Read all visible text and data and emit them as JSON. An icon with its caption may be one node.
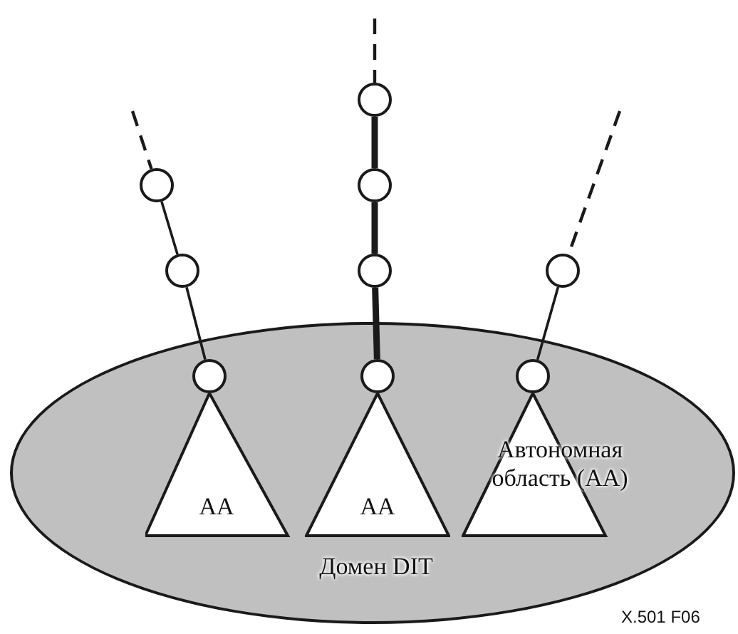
{
  "diagram": {
    "nodes": [
      {
        "text": [
          "Домен DIT"
        ]
      },
      {
        "text": [],
        "shape": "circle"
      },
      {
        "text": [],
        "shape": "circle"
      },
      {
        "text": [],
        "shape": "circle"
      },
      {
        "text": [],
        "shape": "circle"
      },
      {
        "text": [],
        "shape": "circle"
      },
      {
        "text": [],
        "shape": "circle"
      },
      {
        "text": [],
        "shape": "circle",
        "in": 0
      },
      {
        "text": [],
        "shape": "circle",
        "in": 0
      },
      {
        "text": [],
        "shape": "circle",
        "in": 0
      },
      {
        "text": [
          "АА"
        ],
        "in": 0
      },
      {
        "text": [
          "АА"
        ],
        "in": 0
      },
      {
        "text": [
          "Автономная область (АА)"
        ],
        "in": 0
      }
    ],
    "edges": [
      {
        "from": null,
        "to": 1,
        "arrow": "none",
        "style": "dashed"
      },
      {
        "from": null,
        "to": 2,
        "arrow": "none",
        "style": "dashed"
      },
      {
        "from": null,
        "to": 6,
        "arrow": "none",
        "style": "dashed"
      },
      {
        "from": 1,
        "to": 3,
        "arrow": "none",
        "style": "thick"
      },
      {
        "from": 3,
        "to": 5,
        "arrow": "none",
        "style": "thick"
      },
      {
        "from": 5,
        "to": 8,
        "arrow": "none",
        "style": "thick"
      },
      {
        "from": 2,
        "to": 4,
        "arrow": "none"
      },
      {
        "from": 4,
        "to": 7,
        "arrow": "none"
      },
      {
        "from": 6,
        "to": 9,
        "arrow": "none"
      }
    ],
    "labels": [
      "X.501 F06"
    ]
  }
}
